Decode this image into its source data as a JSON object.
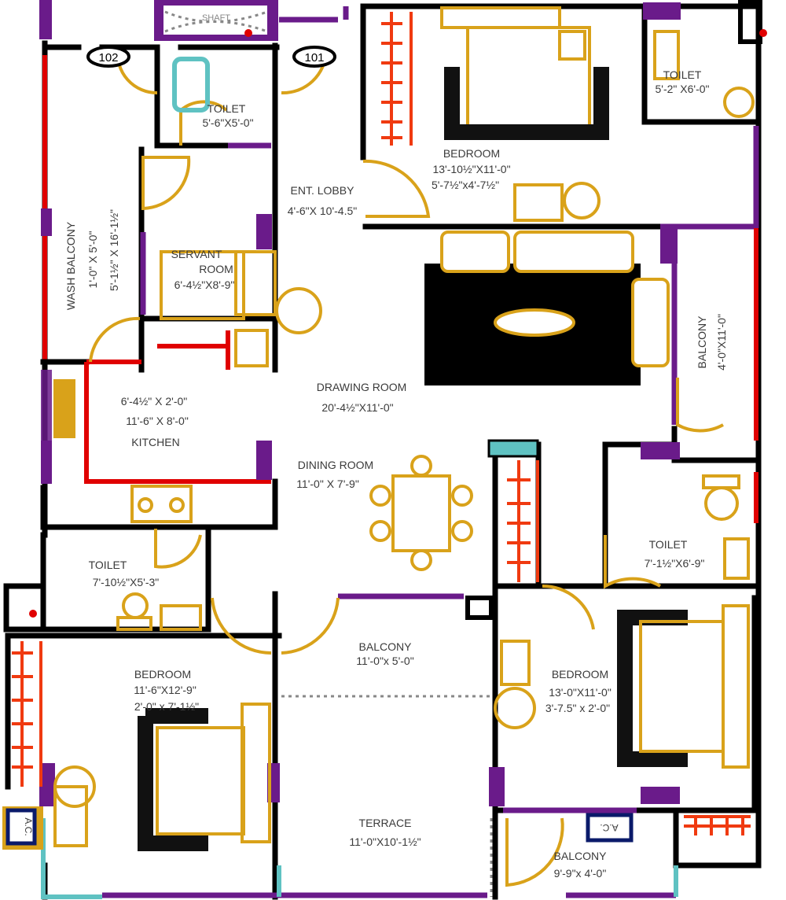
{
  "title": "Floor Plan",
  "colors": {
    "wall": "#000000",
    "window": "#6a1b8a",
    "glass": "#e00000",
    "furniture": "#d9a21a",
    "fixture": "#5fc2c2",
    "hanger": "#f03a10"
  },
  "doors": {
    "door_102": "102",
    "door_101": "101"
  },
  "rooms": {
    "shaft": {
      "name": "SHAFT"
    },
    "toilet_servant": {
      "name": "TOILET",
      "size": "5'-6\"X5'-0\""
    },
    "ent_lobby": {
      "name": "ENT. LOBBY",
      "size": "4'-6\"X 10'-4.5\""
    },
    "wash_balcony": {
      "name": "WASH BALCONY",
      "size1": "1'-0\" X 5'-0\"",
      "size2": "5'-1½\" X 16'-1½\""
    },
    "servant_room": {
      "name1": "SERVANT",
      "name2": "ROOM",
      "size": "6'-4½\"X8'-9\""
    },
    "master_bedroom": {
      "name": "BEDROOM",
      "size1": "13'-10½\"X11'-0\"",
      "size2": "5'-7½\"x4'-7½\""
    },
    "master_toilet": {
      "name": "TOILET",
      "size": "5'-2\" X6'-0\""
    },
    "balcony_right": {
      "name": "BALCONY",
      "size": "4'-0\"X11'-0\""
    },
    "drawing_room": {
      "name": "DRAWING ROOM",
      "size": "20'-4½\"X11'-0\""
    },
    "kitchen": {
      "size1": "6'-4½\" X 2'-0\"",
      "size2": "11'-6\" X 8'-0\"",
      "name": "KITCHEN"
    },
    "dining_room": {
      "name": "DINING ROOM",
      "size": "11'-0\" X 7'-9\""
    },
    "toilet_left": {
      "name": "TOILET",
      "size": "7'-10½\"X5'-3\""
    },
    "toilet_right": {
      "name": "TOILET",
      "size": "7'-1½\"X6'-9\""
    },
    "balcony_center": {
      "name": "BALCONY",
      "size": "11'-0\"x 5'-0\""
    },
    "bedroom_left": {
      "name": "BEDROOM",
      "size1": "11'-6\"X12'-9\"",
      "size2": "2'-0\" x 7'-1½\""
    },
    "bedroom_right": {
      "name": "BEDROOM",
      "size1": "13'-0\"X11'-0\"",
      "size2": "3'-7.5\" x 2'-0\""
    },
    "terrace": {
      "name": "TERRACE",
      "size": "11'-0\"X10'-1½\""
    },
    "balcony_bottom": {
      "name": "BALCONY",
      "size": "9'-9\"x 4'-0\""
    }
  },
  "ac_units": {
    "left": "A.C.",
    "right": "A.C."
  }
}
